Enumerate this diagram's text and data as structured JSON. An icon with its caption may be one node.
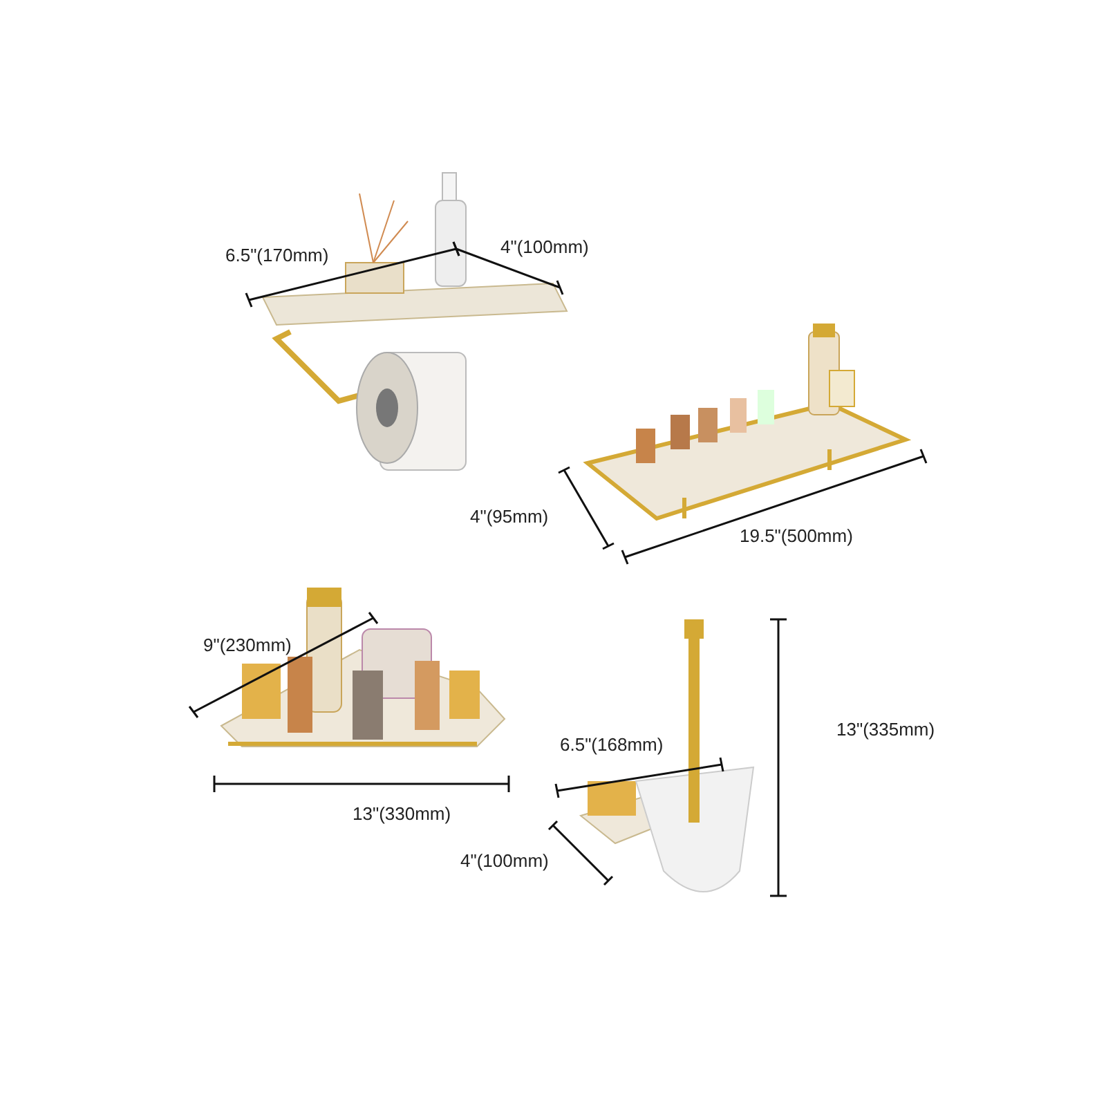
{
  "diagram": {
    "labels": [
      "4\"(100mm)",
      "6.5\"(170mm)",
      "4\"(95mm)",
      "19.5\"(500mm)",
      "9\"(230mm)",
      "13\"(335mm)",
      "6.5\"(168mm)",
      "13\"(330mm)",
      "4\"(100mm)"
    ]
  }
}
